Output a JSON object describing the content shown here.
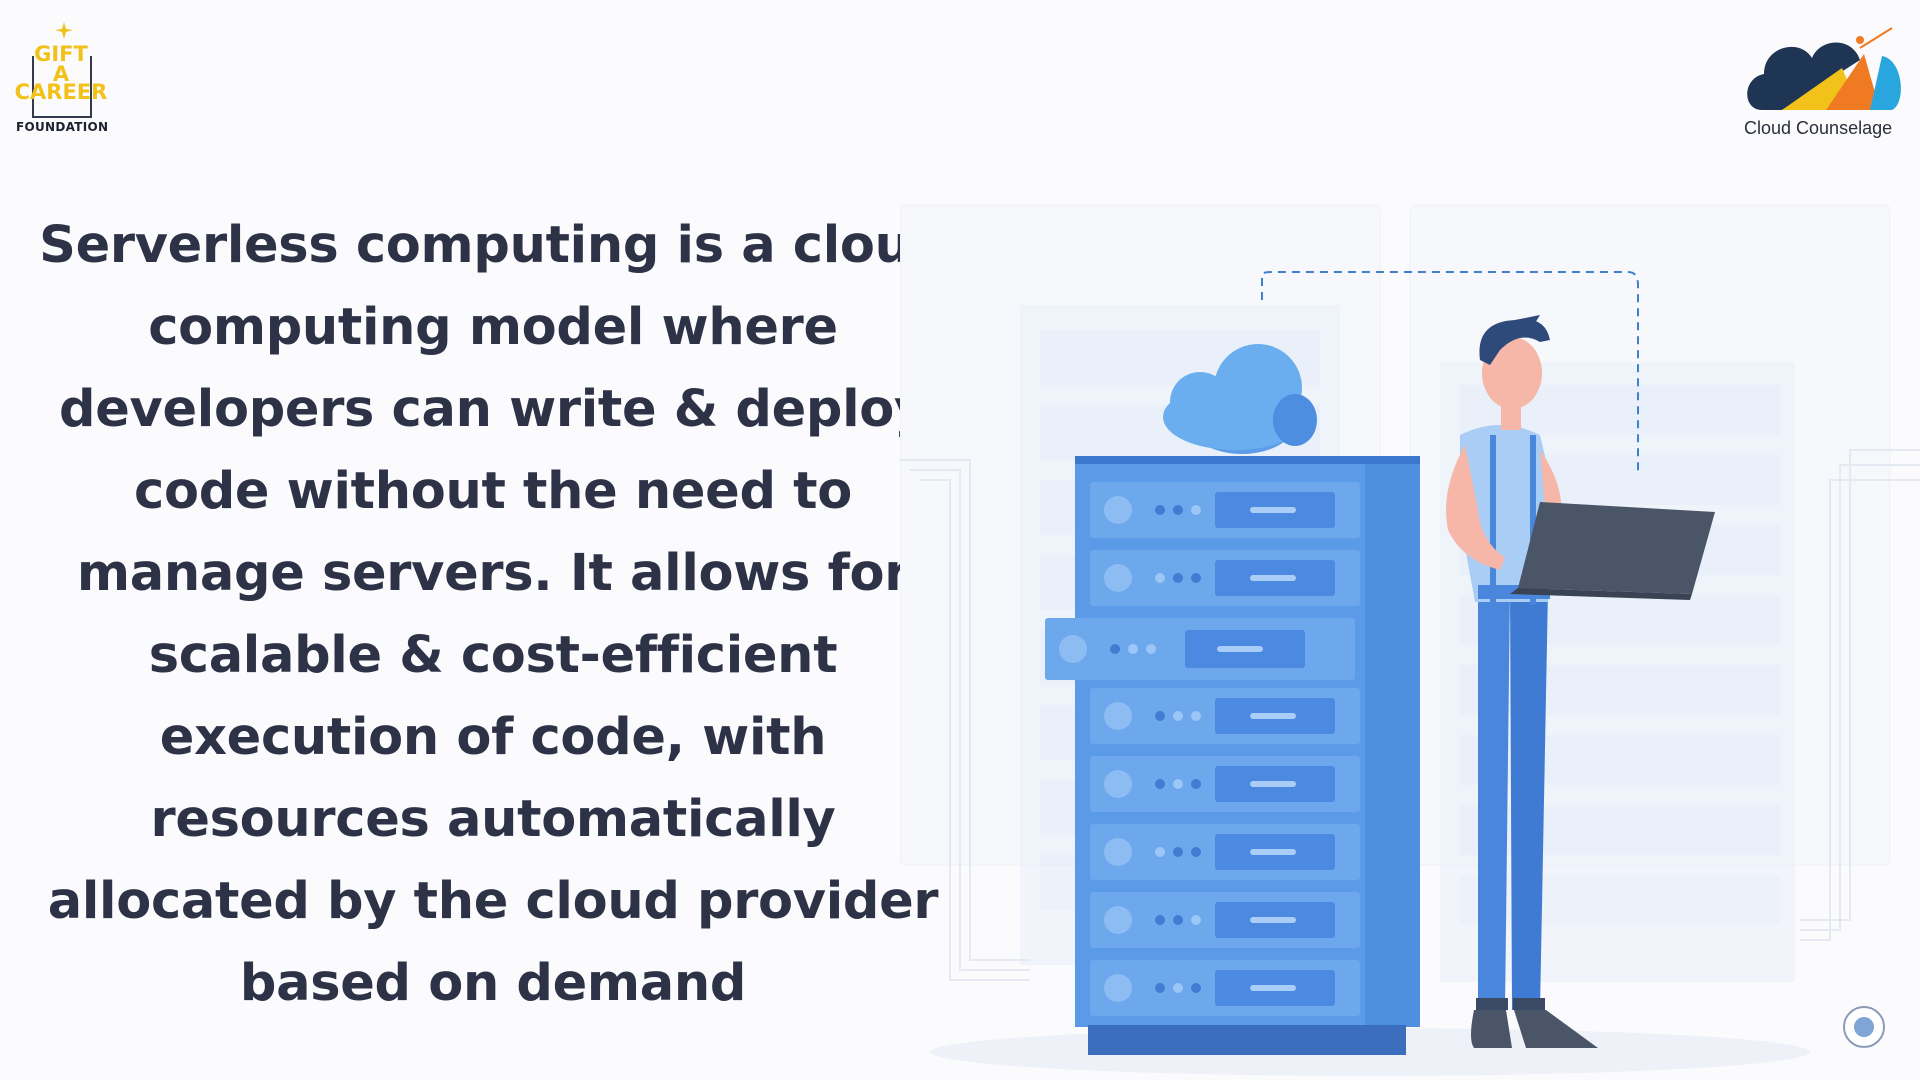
{
  "brand_left": {
    "line1": "GIFT",
    "line2": "A",
    "line3": "CAREER",
    "line4": "FOUNDATION"
  },
  "brand_right": {
    "name": "Cloud Counselage"
  },
  "main": {
    "headline": "Serverless computing is a cloud computing model where developers can write & deploy code without the need to manage servers. It allows for scalable & cost-efficient execution of code, with resources automatically allocated by the cloud provider based on demand"
  },
  "colors": {
    "background": "#fbfbfd",
    "headline": "#2d3246",
    "server_blue": "#5a9ae6",
    "server_dark": "#3b77cc",
    "cloud_blue": "#6aaef0",
    "logo_yellow": "#f2c21a",
    "logo_navy": "#1f3554",
    "logo_orange": "#f07a22",
    "logo_sky": "#2aa6df"
  },
  "icons": {
    "cloud": "cloud-icon",
    "server": "server-rack-icon",
    "laptop": "laptop-icon",
    "person": "developer-illustration"
  }
}
